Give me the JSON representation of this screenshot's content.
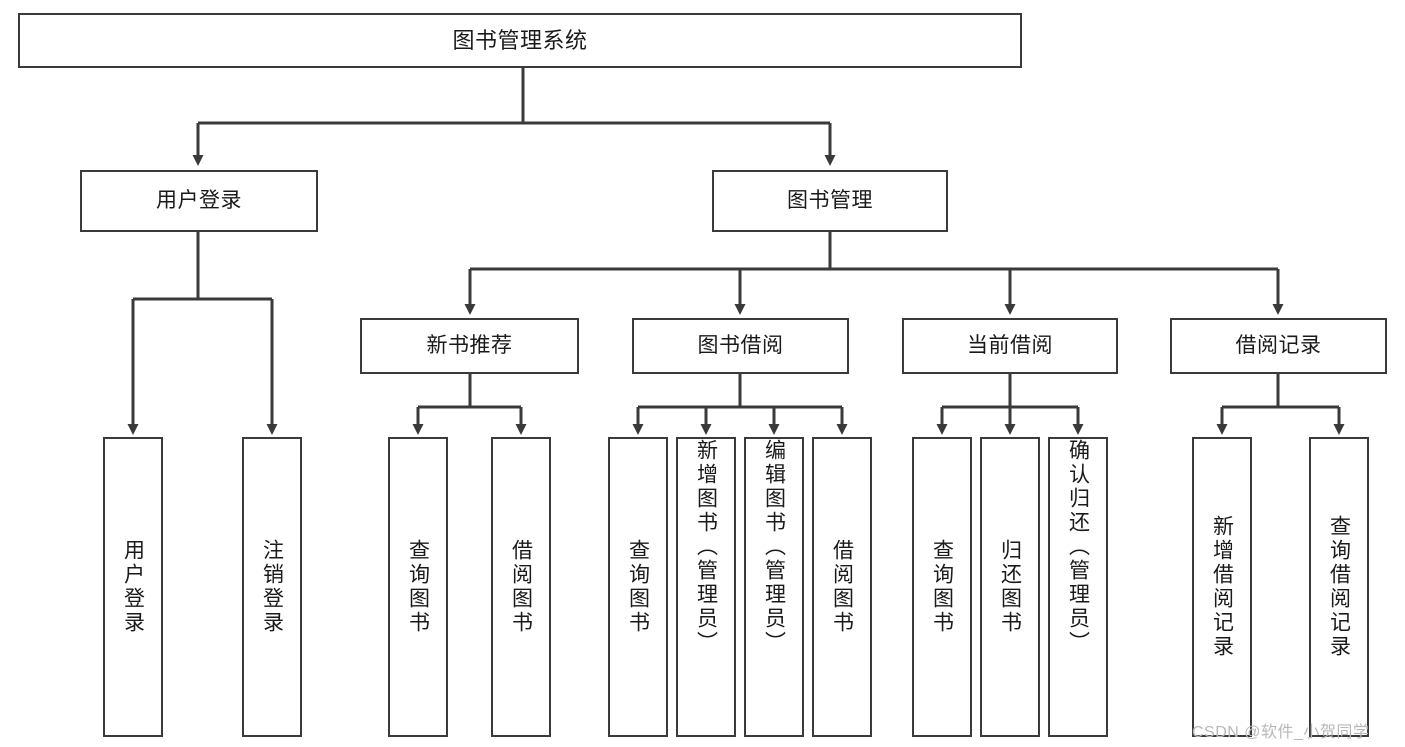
{
  "diagram": {
    "type": "tree",
    "title": "图书管理系统",
    "watermark": "CSDN @软件_小贺同学",
    "colors": {
      "box_border": "#3a3a3a",
      "box_fill": "#ffffff",
      "line": "#3a3a3a",
      "text": "#1a1a1a",
      "watermark": "#b8b8b8"
    },
    "nodes": {
      "root": {
        "label": "图书管理系统"
      },
      "level2": [
        {
          "label": "用户登录"
        },
        {
          "label": "图书管理"
        }
      ],
      "level3": [
        {
          "label": "新书推荐"
        },
        {
          "label": "图书借阅"
        },
        {
          "label": "当前借阅"
        },
        {
          "label": "借阅记录"
        }
      ],
      "leaves": {
        "user_login": [
          {
            "label": "用户登录"
          },
          {
            "label": "注销登录"
          }
        ],
        "new_book_rec": [
          {
            "label": "查询图书"
          },
          {
            "label": "借阅图书"
          }
        ],
        "book_borrow": [
          {
            "label": "查询图书"
          },
          {
            "label": "新增图书（管理员）"
          },
          {
            "label": "编辑图书（管理员）"
          },
          {
            "label": "借阅图书"
          }
        ],
        "current_borrow": [
          {
            "label": "查询图书"
          },
          {
            "label": "归还图书"
          },
          {
            "label": "确认归还（管理员）"
          }
        ],
        "borrow_record": [
          {
            "label": "新增借阅记录"
          },
          {
            "label": "查询借阅记录"
          }
        ]
      }
    }
  }
}
